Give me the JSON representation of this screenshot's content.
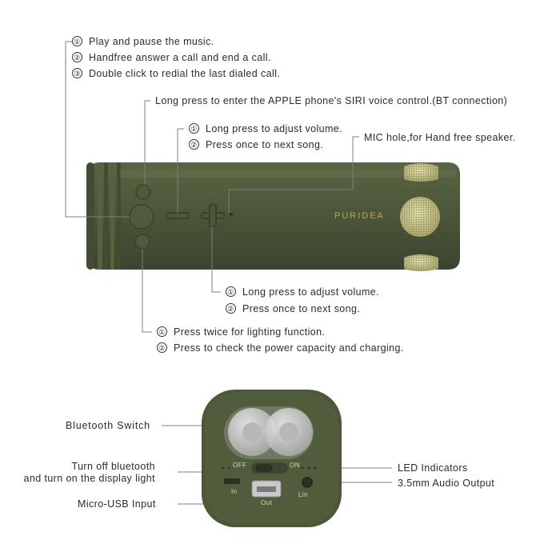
{
  "top_callouts": {
    "play": {
      "item1": "Play and pause the music.",
      "item2": "Handfree answer a call and end a call.",
      "item3": "Double click to redial the last dialed call.",
      "n1": "①",
      "n2": "②",
      "n3": "③"
    },
    "siri": "Long press to enter the APPLE phone's SIRI voice control.(BT connection)",
    "minus": {
      "item1": "Long press to adjust volume.",
      "item2": "Press once to next song.",
      "n1": "①",
      "n2": "②"
    },
    "mic": "MIC hole,for Hand free speaker."
  },
  "speaker": {
    "brand": "PURIDEA",
    "body_color": "#4b5538",
    "grille_color": "#c9c48a"
  },
  "bottom_callouts": {
    "plus": {
      "item1": "Long press to adjust volume.",
      "item2": "Press once to next song.",
      "n1": "①",
      "n2": "②"
    },
    "light": {
      "item1": "Press twice for lighting function.",
      "item2": "Press to check the power capacity and charging.",
      "n1": "①",
      "n2": "②"
    }
  },
  "back_panel": {
    "bluetooth_switch": "Bluetooth Switch",
    "turn_off_line1": "Turn off bluetooth",
    "turn_off_line2": "and turn on the display light",
    "micro_usb": "Micro-USB Input",
    "led": "LED Indicators",
    "audio": "3.5mm Audio Output",
    "off": "OFF",
    "on": "ON",
    "in": "In",
    "out": "Out",
    "lin": "Lin"
  }
}
